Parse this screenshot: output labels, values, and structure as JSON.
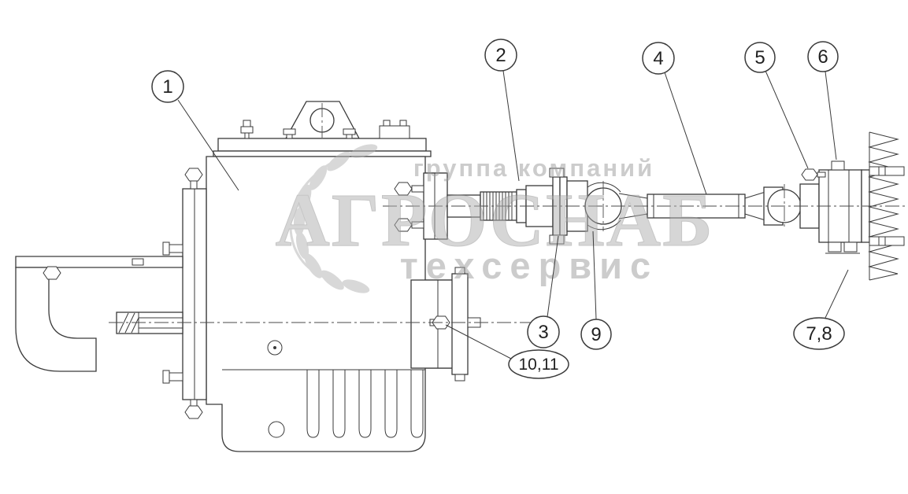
{
  "figure": {
    "callouts": [
      {
        "label": "1"
      },
      {
        "label": "2"
      },
      {
        "label": "3"
      },
      {
        "label": "4"
      },
      {
        "label": "5"
      },
      {
        "label": "6"
      },
      {
        "label": "7,8"
      },
      {
        "label": "9"
      },
      {
        "label": "10,11"
      }
    ],
    "watermark": {
      "top": "группа компаний",
      "main": "АГРОСНАБ",
      "bottom": "техсервис"
    },
    "colors": {
      "line": "#3a3a3a",
      "watermark": "#a6a6a6",
      "background": "#ffffff"
    }
  }
}
